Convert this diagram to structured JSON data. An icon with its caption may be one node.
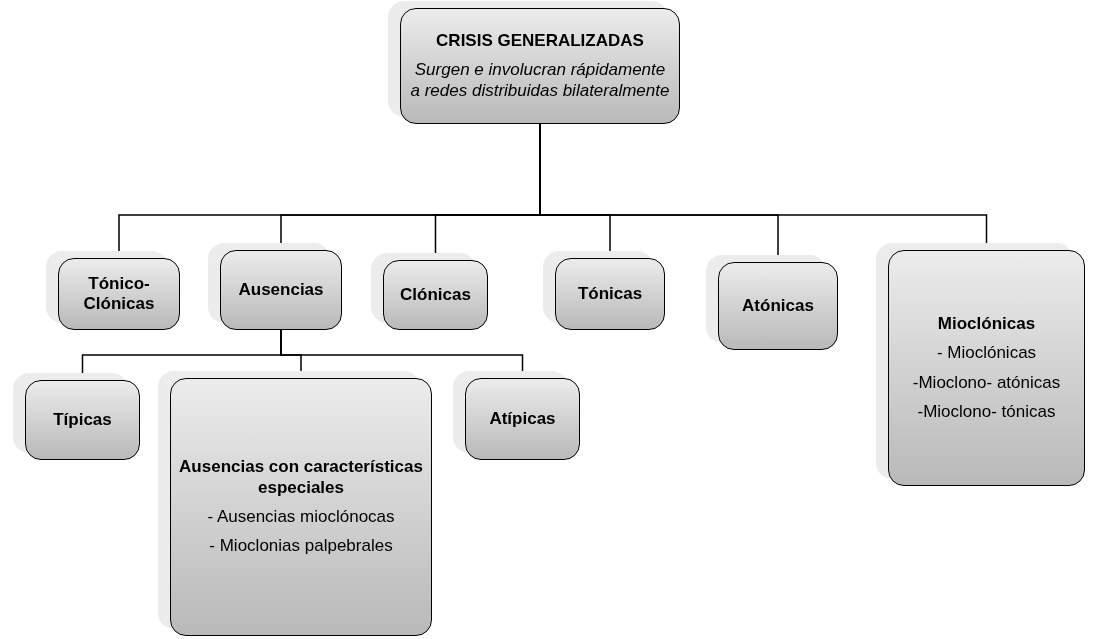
{
  "diagram": {
    "nodes": [
      {
        "text": [
          "CRISIS GENERALIZADAS",
          "Surgen e involucran rápidamente a redes distribuidas bilateralmente"
        ]
      },
      {
        "text": [
          "Tónico- Clónicas"
        ]
      },
      {
        "text": [
          "Ausencias"
        ]
      },
      {
        "text": [
          "Clónicas"
        ]
      },
      {
        "text": [
          "Tónicas"
        ]
      },
      {
        "text": [
          "Atónicas"
        ]
      },
      {
        "text": [
          "Mioclónicas",
          "- Mioclónicas",
          "-Mioclono- atónicas",
          "-Mioclono- tónicas"
        ]
      },
      {
        "text": [
          "Típicas"
        ]
      },
      {
        "text": [
          "Ausencias con características especiales",
          "- Ausencias mioclónocas",
          "- Mioclonias palpebrales"
        ]
      },
      {
        "text": [
          "Atípicas"
        ]
      }
    ],
    "edges": [
      {
        "from": 0,
        "to": 1,
        "arrow": "none"
      },
      {
        "from": 0,
        "to": 2,
        "arrow": "none"
      },
      {
        "from": 0,
        "to": 3,
        "arrow": "none"
      },
      {
        "from": 0,
        "to": 4,
        "arrow": "none"
      },
      {
        "from": 0,
        "to": 5,
        "arrow": "none"
      },
      {
        "from": 0,
        "to": 6,
        "arrow": "none"
      },
      {
        "from": 2,
        "to": 7,
        "arrow": "none"
      },
      {
        "from": 2,
        "to": 8,
        "arrow": "none"
      },
      {
        "from": 2,
        "to": 9,
        "arrow": "none"
      }
    ]
  }
}
